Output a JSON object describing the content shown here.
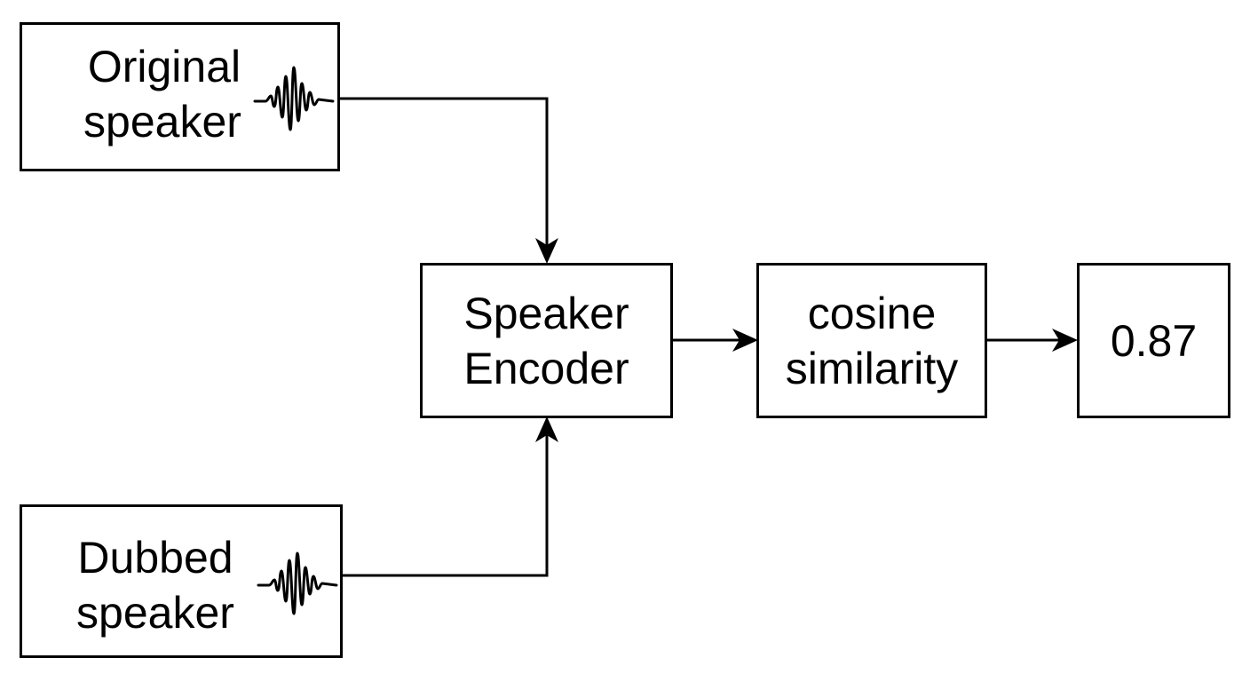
{
  "diagram": {
    "nodes": {
      "original_speaker": {
        "line1": "Original",
        "line2": "speaker",
        "icon": "waveform-icon"
      },
      "dubbed_speaker": {
        "line1": "Dubbed",
        "line2": "speaker",
        "icon": "waveform-icon"
      },
      "speaker_encoder": {
        "line1": "Speaker",
        "line2": "Encoder"
      },
      "cosine_similarity": {
        "line1": "cosine",
        "line2": "similarity"
      },
      "score": {
        "value": "0.87"
      }
    },
    "edges": [
      {
        "from": "original_speaker",
        "to": "speaker_encoder"
      },
      {
        "from": "dubbed_speaker",
        "to": "speaker_encoder"
      },
      {
        "from": "speaker_encoder",
        "to": "cosine_similarity"
      },
      {
        "from": "cosine_similarity",
        "to": "score"
      }
    ],
    "colors": {
      "stroke": "#000000",
      "background": "#ffffff"
    }
  }
}
